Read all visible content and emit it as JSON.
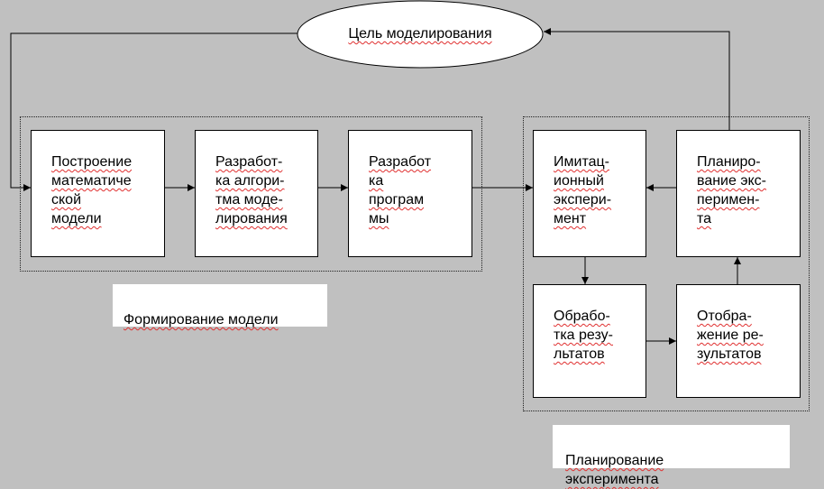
{
  "goal": "Цель моделирования",
  "groups": {
    "model_caption": "Формирование модели",
    "experiment_caption": "Планирование\nэксперимента"
  },
  "blocks": {
    "math_model": "Построение\nматематиче\nской\nмодели",
    "algorithm": "Разработ-\nка алгори-\nтма моде-\nлирования",
    "program": "Разработ\nка\nпрограм\nмы",
    "simulation": "Имитац-\nионный\nэкспери-\nмент",
    "planning": "Планиро-\nвание экс-\nперимен-\nта",
    "processing": "Обрабо-\nтка резу-\nльтатов",
    "display": "Отобра-\nжение ре-\nзультатов"
  },
  "colors": {
    "background": "#c0c0c0",
    "box": "#ffffff",
    "line": "#000000",
    "spellcheck_underline": "#e03030"
  }
}
